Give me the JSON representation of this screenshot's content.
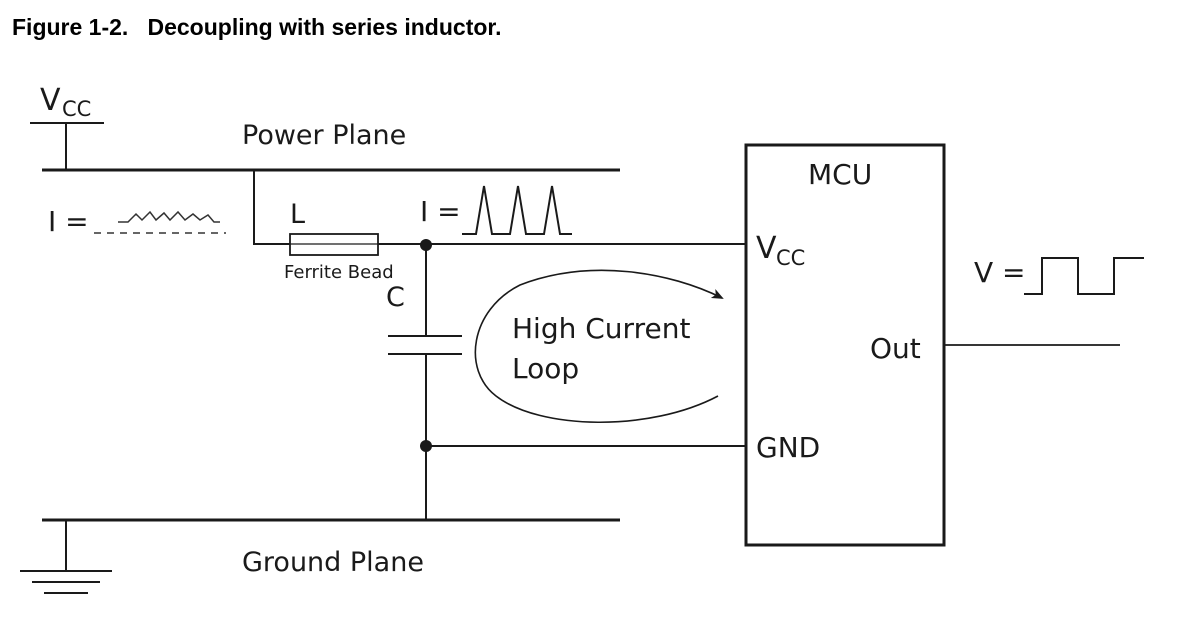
{
  "figure": {
    "caption": "Figure 1-2.   Decoupling with series inductor."
  },
  "labels": {
    "vcc_supply_main": "V",
    "vcc_supply_sub": "CC",
    "power_plane": "Power Plane",
    "current_left": "I =",
    "inductor": "L",
    "current_right": "I =",
    "ferrite_bead": "Ferrite Bead",
    "capacitor": "C",
    "loop_line1": "High Current",
    "loop_line2": "Loop",
    "mcu": "MCU",
    "mcu_vcc_main": "V",
    "mcu_vcc_sub": "CC",
    "mcu_out": "Out",
    "mcu_gnd": "GND",
    "voltage_out": "V =",
    "ground_plane": "Ground Plane"
  }
}
